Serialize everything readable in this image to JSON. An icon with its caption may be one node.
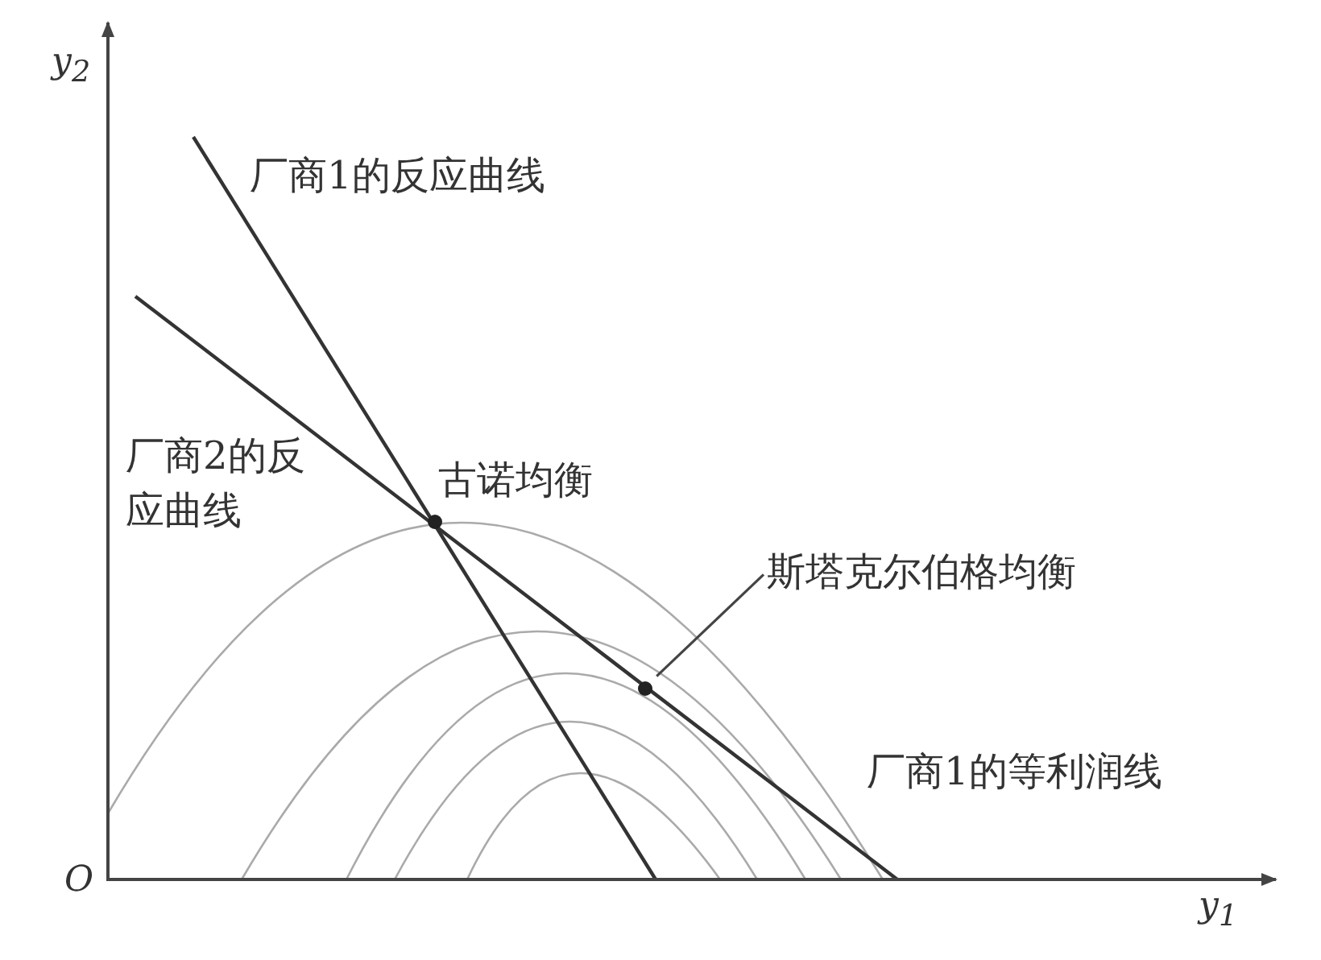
{
  "diagram": {
    "nodes": [
      {
        "text": [
          "斯塔克尔伯格均衡"
        ]
      },
      {
        "text": [],
        "shape": "circle"
      }
    ],
    "edges": [
      {
        "from": 0,
        "to": 1,
        "arrow": "none"
      }
    ],
    "labels": [
      "y$_{2}$",
      "O",
      "y$_{1}$",
      "厂商1的反应曲线",
      "厂商2的反应曲线",
      "古诺均衡",
      "厂商1的等利润线"
    ]
  }
}
